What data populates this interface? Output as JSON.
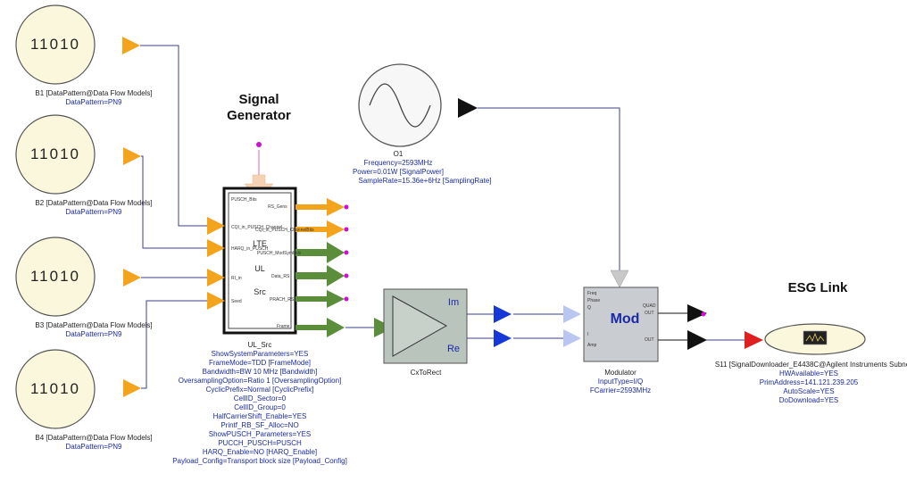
{
  "titles": {
    "signal_generator": "Signal\nGenerator",
    "esg_link": "ESG Link"
  },
  "data_sources": [
    {
      "bits": "11010",
      "name": "B1 [DataPattern@Data Flow Models]",
      "param": "DataPattern=PN9"
    },
    {
      "bits": "11010",
      "name": "B2 [DataPattern@Data Flow Models]",
      "param": "DataPattern=PN9"
    },
    {
      "bits": "11010",
      "name": "B3 [DataPattern@Data Flow Models]",
      "param": "DataPattern=PN9"
    },
    {
      "bits": "11010",
      "name": "B4 [DataPattern@Data Flow Models]",
      "param": "DataPattern=PN9"
    }
  ],
  "oscillator": {
    "name": "O1",
    "params": [
      "Frequency=2593MHz",
      "Power=0.01W [SignalPower]",
      "SampleRate=15.36e+6Hz [SamplingRate]"
    ]
  },
  "lte_src": {
    "inner_text": [
      "LTE",
      "UL",
      "Src"
    ],
    "name": "UL_Src",
    "input_pins": [
      "PUSCH_Bits",
      "CQI_in_PUSCH_Channel",
      "HARQ_in_PUSCH",
      "RI_in",
      "Seed"
    ],
    "output_pins": [
      "RS_Gens",
      "CQI_in_PUSCH_ChannelBits",
      "PUSCH_ModSymbols",
      "Data_RS",
      "PRACH_RS",
      "Frame"
    ],
    "params": [
      "ShowSystemParameters=YES",
      "FrameMode=TDD [FrameMode]",
      "Bandwidth=BW 10 MHz [Bandwidth]",
      "OversamplingOption=Ratio 1 [OversamplingOption]",
      "CyclicPrefix=Normal [CyclicPrefix]",
      "CellID_Sector=0",
      "CellID_Group=0",
      "HalfCarrierShift_Enable=YES",
      "Printf_RB_SF_Alloc=NO",
      "ShowPUSCH_Parameters=YES",
      "PUCCH_PUSCH=PUSCH",
      "HARQ_Enable=NO [HARQ_Enable]",
      "Payload_Config=Transport block size [Payload_Config]"
    ]
  },
  "cx_to_rect": {
    "name": "CxToRect",
    "port_im": "Im",
    "port_re": "Re"
  },
  "modulator": {
    "inner_label": "Mod",
    "in_pins": [
      "Freq",
      "Phase",
      "Q",
      "I",
      "Amp"
    ],
    "out_pins": [
      "QUAD",
      "OUT",
      "OUT"
    ],
    "name": "Modulator",
    "params": [
      "InputType=I/Q",
      "FCarrier=2593MHz"
    ]
  },
  "downloader": {
    "name": "S11 [SignalDownloader_E4438C@Agilent Instruments Subnetw",
    "params": [
      "HWAvailable=YES",
      "PrimAddress=141.121.239.205",
      "AutoScale=YES",
      "DoDownload=YES"
    ]
  },
  "colors": {
    "wire": "#3b3f8e",
    "arrow_orange": "#f4a31c",
    "arrow_green": "#5b8e3a",
    "arrow_blue": "#1638d8",
    "arrow_lightblue": "#b9c6f2",
    "arrow_red": "#e02020",
    "arrow_black": "#111111",
    "source_fill": "#fbf7dc",
    "block_gray": "#c9ccd0",
    "block_green_gray": "#b9c4bd",
    "label_blue": "#1a2aa8",
    "port_magenta": "#d010d0"
  }
}
